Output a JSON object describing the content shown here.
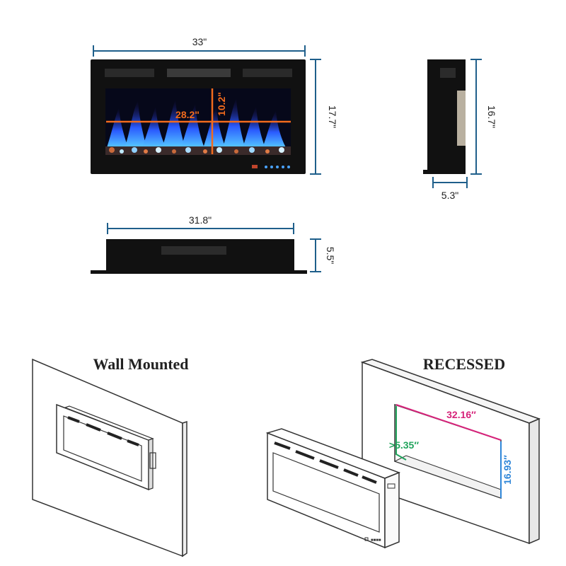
{
  "colors": {
    "dimension_line": "#1f5f8b",
    "flame_dim": "#f26b1d",
    "recess_width": "#d6237a",
    "recess_depth": "#22a45d",
    "recess_height": "#2f86d8",
    "unit_body": "#111111",
    "outline": "#333333"
  },
  "front_view": {
    "width": "33\"",
    "height": "17.7\"",
    "flame_width": "28.2\"",
    "flame_height": "10.2\""
  },
  "side_view": {
    "height": "16.7\"",
    "depth": "5.3\""
  },
  "top_view": {
    "width": "31.8\"",
    "depth": "5.5\""
  },
  "installation": {
    "wall_mounted": {
      "title": "Wall Mounted"
    },
    "recessed": {
      "title": "RECESSED",
      "width": "32.16″",
      "depth": ">5.35″",
      "height": "16.93″"
    }
  }
}
